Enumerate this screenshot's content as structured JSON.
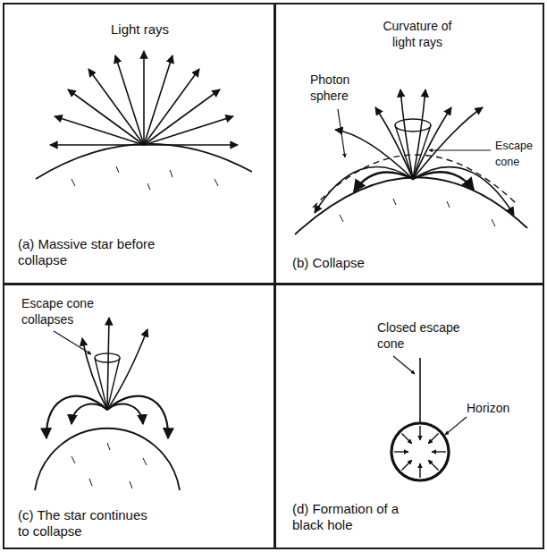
{
  "diagram": {
    "nodes": [
      {
        "text": [
          "Light rays",
          "(a) Massive star before collapse"
        ]
      },
      {
        "text": [
          "Curvature of light rays",
          "Photon sphere",
          "Escape cone",
          "(b) Collapse"
        ]
      },
      {
        "text": [
          "Escape cone collapses",
          "(c) The star continues to collapse"
        ]
      },
      {
        "text": [
          "Closed escape cone",
          "Horizon",
          "(d) Formation of a black hole"
        ]
      }
    ]
  }
}
